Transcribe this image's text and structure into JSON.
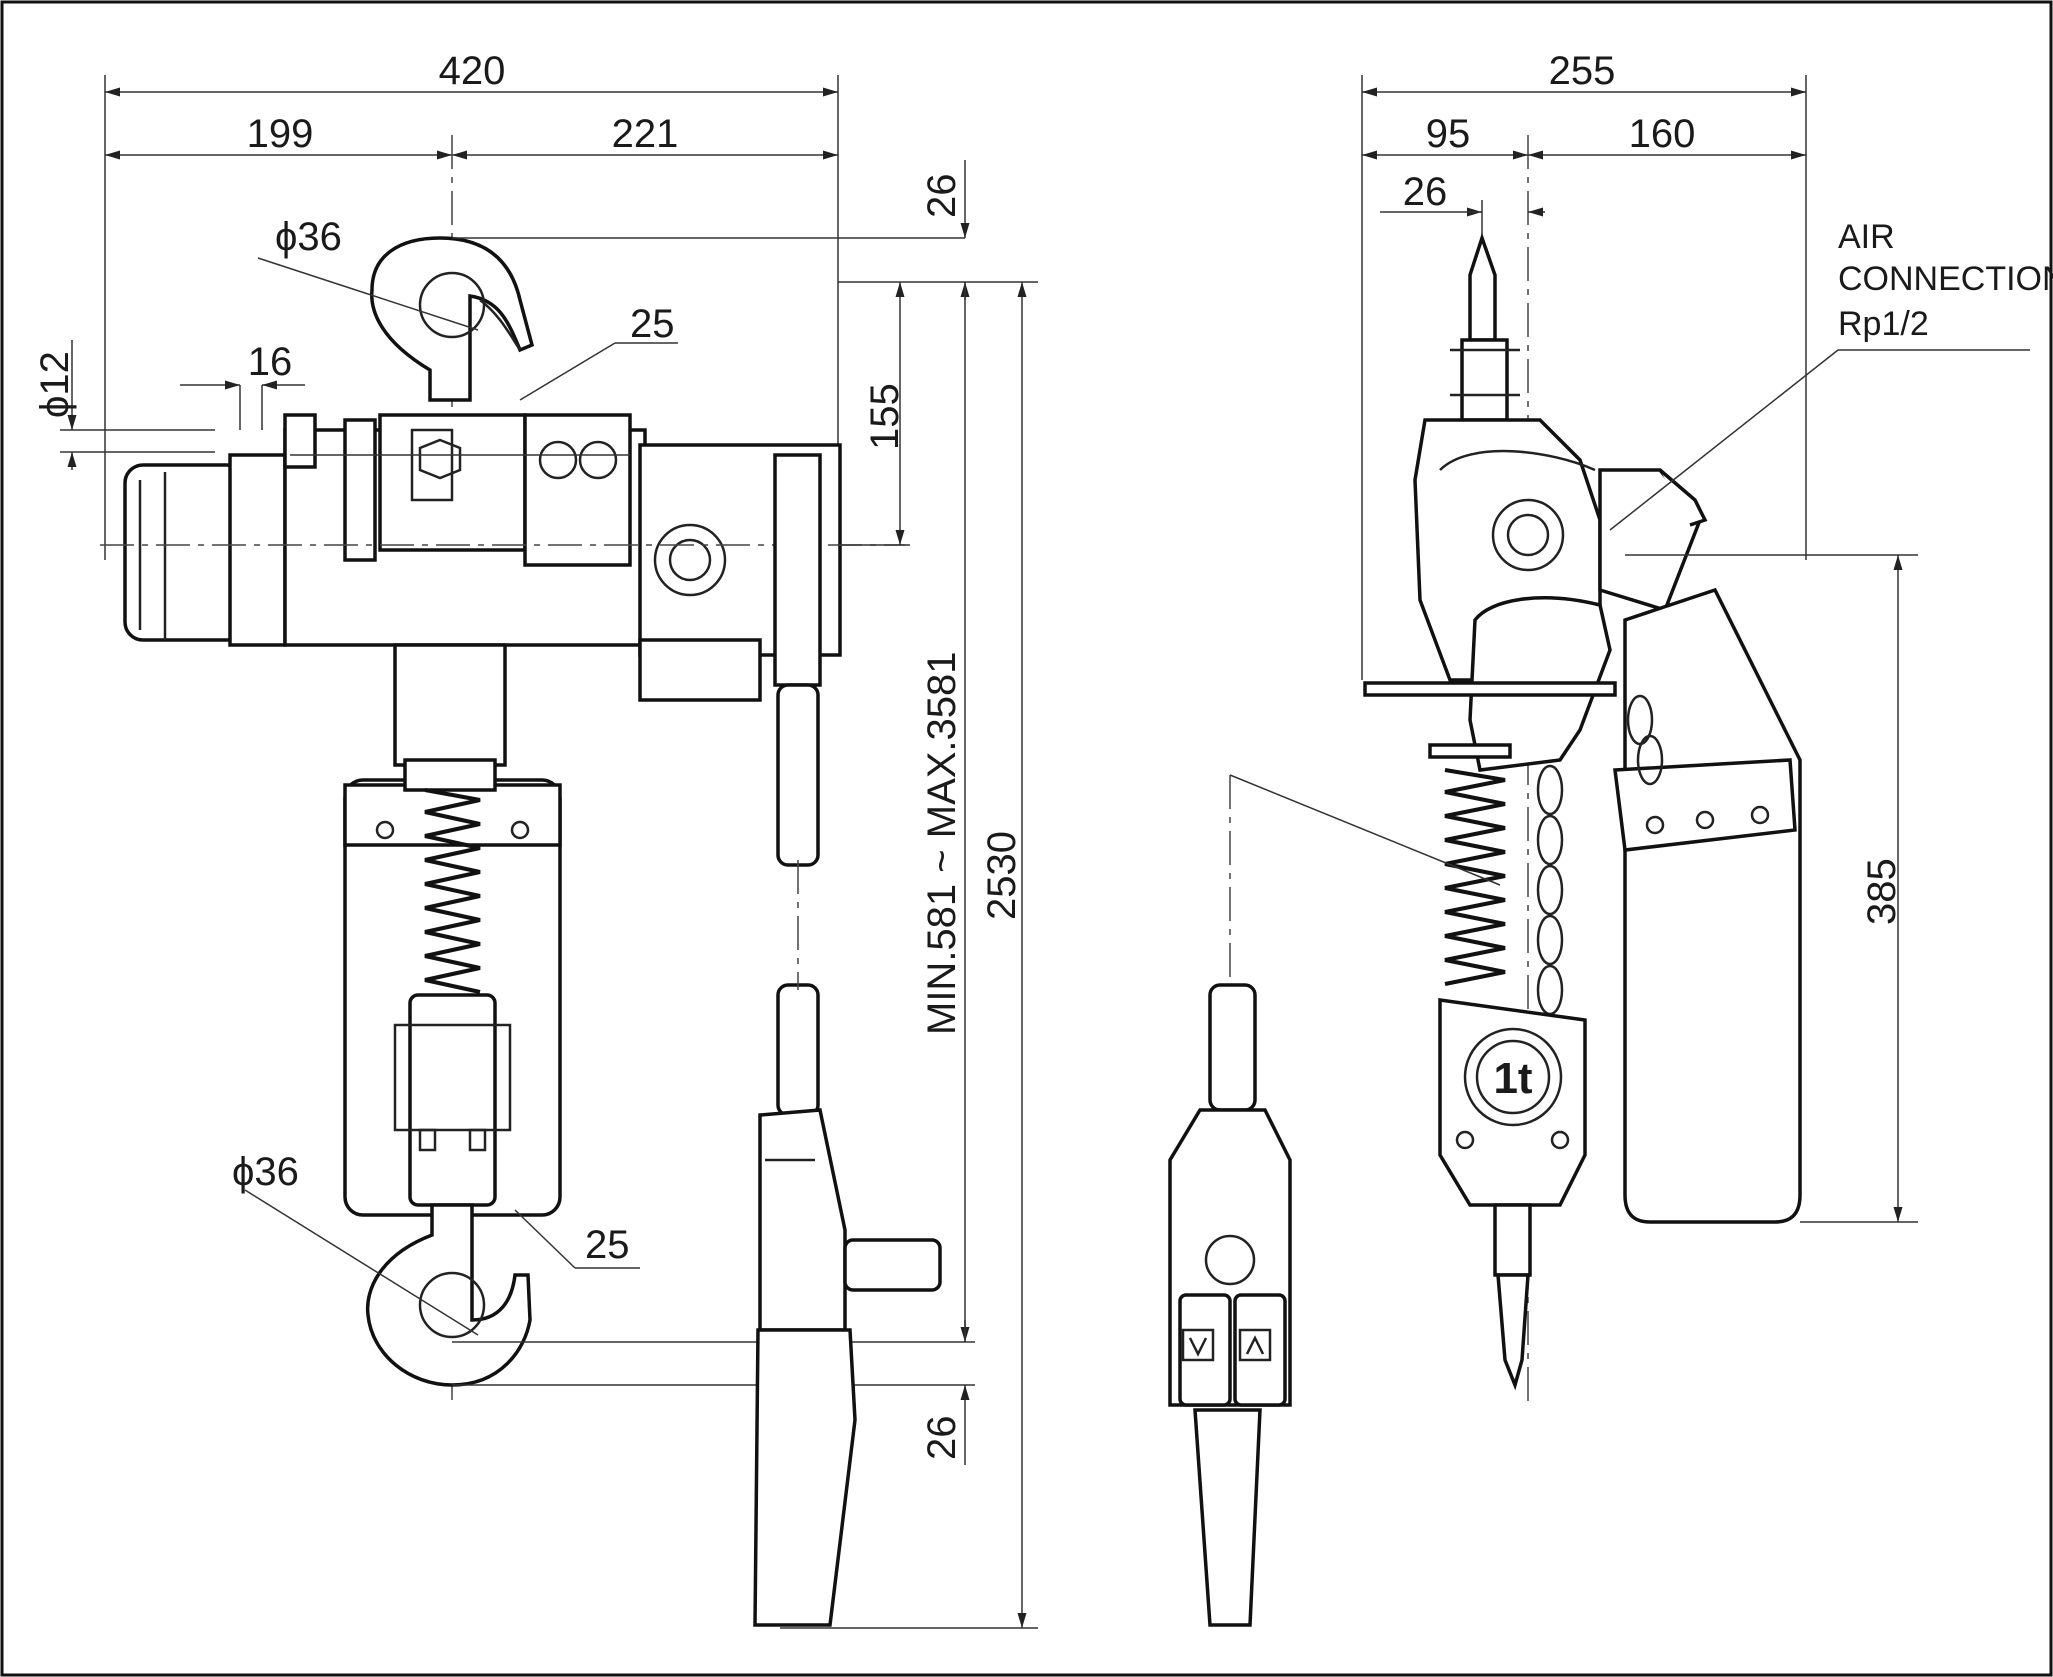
{
  "drawing": {
    "front_view": {
      "dimensions": {
        "overall_width": "420",
        "left_width": "199",
        "right_width": "221",
        "top_hook_diameter": "ϕ36",
        "top_hook_opening": "25",
        "motor_dia": "ϕ12",
        "flange_width": "16",
        "hook_drop": "26",
        "motor_height": "155",
        "lift_range": "MIN.581 ~ MAX.3581",
        "overall_height": "2530",
        "bottom_hook_diameter": "ϕ36",
        "bottom_hook_opening": "25",
        "bottom_drop": "26"
      }
    },
    "side_view": {
      "dimensions": {
        "overall_width": "255",
        "left_width": "95",
        "right_width": "160",
        "hook_offset": "26",
        "chain_bucket_height": "385"
      },
      "air_connection": {
        "line1": "AIR",
        "line2": "CONNECTION",
        "line3": "Rp1/2"
      },
      "capacity_badge": "1t"
    }
  }
}
